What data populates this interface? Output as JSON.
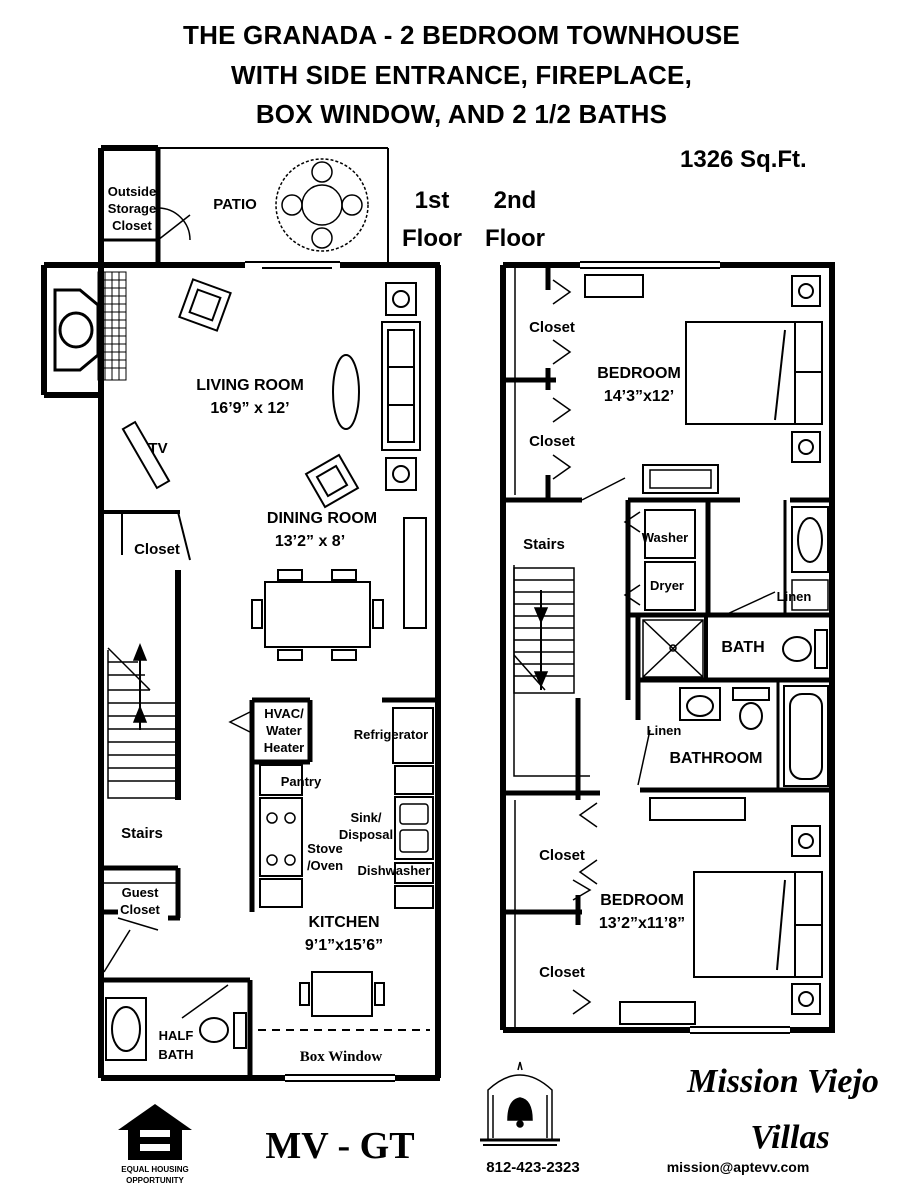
{
  "header": {
    "title_line1": "THE GRANADA - 2 BEDROOM TOWNHOUSE",
    "title_line2": "WITH SIDE ENTRANCE, FIREPLACE,",
    "title_line3": "BOX WINDOW, AND 2 1/2 BATHS",
    "sqft": "1326 Sq.Ft."
  },
  "floor_labels": {
    "first": [
      "1st",
      "Floor"
    ],
    "second": [
      "2nd",
      "Floor"
    ]
  },
  "first_floor": {
    "outside_storage": [
      "Outside",
      "Storage",
      "Closet"
    ],
    "patio": "PATIO",
    "living_room": "LIVING ROOM",
    "living_room_size": "16’9” x 12’",
    "tv": "TV",
    "closet": "Closet",
    "dining_room": "DINING ROOM",
    "dining_room_size": "13’2” x 8’",
    "hvac": [
      "HVAC/",
      "Water",
      "Heater"
    ],
    "refrigerator": "Refrigerator",
    "pantry": "Pantry",
    "sink": [
      "Sink/",
      "Disposal"
    ],
    "stove": [
      "Stove",
      "/Oven"
    ],
    "dishwasher": "Dishwasher",
    "stairs": "Stairs",
    "guest_closet": [
      "Guest",
      "Closet"
    ],
    "kitchen": "KITCHEN",
    "kitchen_size": "9’1”x15’6”",
    "half_bath": [
      "HALF",
      "BATH"
    ],
    "box_window": "Box Window"
  },
  "second_floor": {
    "closet_1": "Closet",
    "closet_2": "Closet",
    "bedroom_1": "BEDROOM",
    "bedroom_1_size": "14’3”x12’",
    "stairs": "Stairs",
    "washer": "Washer",
    "dryer": "Dryer",
    "linen_1": "Linen",
    "bath": "BATH",
    "linen_2": "Linen",
    "bathroom": "BATHROOM",
    "closet_3": "Closet",
    "closet_4": "Closet",
    "bedroom_2": "BEDROOM",
    "bedroom_2_size": "13’2”x11’8”"
  },
  "footer": {
    "equal_housing": [
      "EQUAL HOUSING",
      "OPPORTUNITY"
    ],
    "model_code": "MV - GT",
    "phone": "812-423-2323",
    "brand_line1": "Mission Viejo",
    "brand_line2": "Villas",
    "email": "mission@aptevv.com"
  },
  "icons": [
    "fireplace-icon",
    "armchair-icon",
    "sofa-icon",
    "lamp-icon",
    "dining-table-icon",
    "patio-table-icon",
    "stairs-icon",
    "bed-icon",
    "toilet-icon",
    "sink-icon",
    "bathtub-icon",
    "shower-icon",
    "equal-housing-icon",
    "mission-bell-logo-icon"
  ]
}
